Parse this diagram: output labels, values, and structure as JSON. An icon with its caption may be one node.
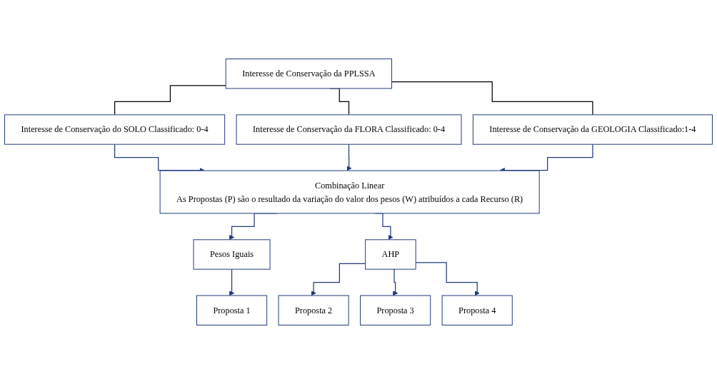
{
  "diagram": {
    "nodes": [
      {
        "text": [
          "Interesse de Conservação da PPLSSA"
        ]
      },
      {
        "text": [
          "Interesse de Conservação do SOLO Classificado: 0-4"
        ]
      },
      {
        "text": [
          "Interesse de Conservação da FLORA Classificado: 0-4"
        ]
      },
      {
        "text": [
          "Interesse de Conservação da GEOLOGIA Classificado:1-4"
        ]
      },
      {
        "text": [
          "Combinação Linear",
          "As Propostas (P) são o resultado da variação do valor dos pesos (W) atribuídos a cada Recurso (R)"
        ]
      },
      {
        "text": [
          "Pesos Iguais"
        ]
      },
      {
        "text": [
          "AHP"
        ]
      },
      {
        "text": [
          "Proposta 1"
        ]
      },
      {
        "text": [
          "Proposta 2"
        ]
      },
      {
        "text": [
          "Proposta 3"
        ]
      },
      {
        "text": [
          "Proposta 4"
        ]
      }
    ],
    "edges": [
      {
        "from": 0,
        "to": 1,
        "arrow": "none",
        "color": "#000000"
      },
      {
        "from": 0,
        "to": 2,
        "arrow": "none",
        "color": "#000000"
      },
      {
        "from": 0,
        "to": 3,
        "arrow": "none",
        "color": "#000000"
      },
      {
        "from": 1,
        "to": 4,
        "arrow": "to"
      },
      {
        "from": 2,
        "to": 4,
        "arrow": "to"
      },
      {
        "from": 3,
        "to": 4,
        "arrow": "to"
      },
      {
        "from": 4,
        "to": 5,
        "arrow": "to"
      },
      {
        "from": 4,
        "to": 6,
        "arrow": "to"
      },
      {
        "from": 5,
        "to": 7,
        "arrow": "to"
      },
      {
        "from": 6,
        "to": 8,
        "arrow": "to"
      },
      {
        "from": 6,
        "to": 9,
        "arrow": "to"
      },
      {
        "from": 6,
        "to": 10,
        "arrow": "to"
      }
    ]
  }
}
